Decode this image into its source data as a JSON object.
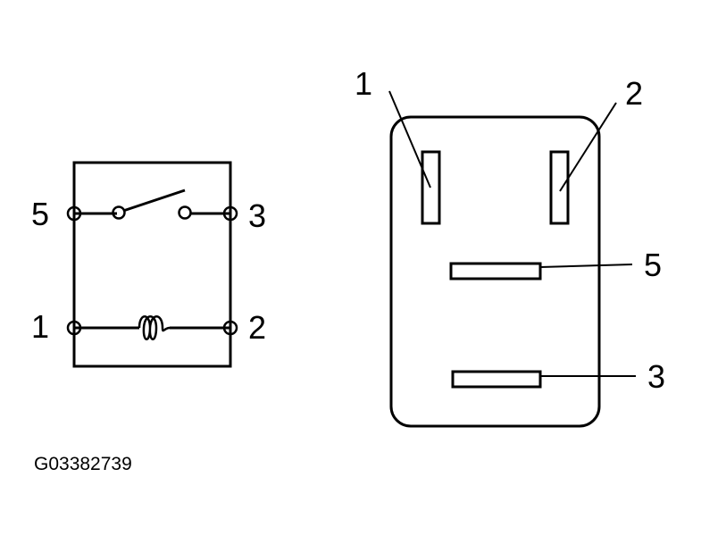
{
  "schematic": {
    "terminal_labels": {
      "t5": "5",
      "t3": "3",
      "t1": "1",
      "t2": "2"
    },
    "components": [
      "switch-contact",
      "relay-coil"
    ]
  },
  "connector": {
    "pin_labels": {
      "p1": "1",
      "p2": "2",
      "p5": "5",
      "p3": "3"
    }
  },
  "figure_code": "G03382739",
  "colors": {
    "ink": "#000000",
    "paper": "#ffffff"
  }
}
